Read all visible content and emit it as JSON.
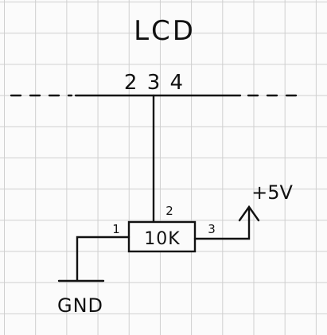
{
  "diagram": {
    "title": "LCD",
    "lcd_pins": "2 3 4",
    "resistor_label": "10K",
    "pin_left": "1",
    "pin_top": "2",
    "pin_right": "3",
    "supply_label": "+5V",
    "ground_label": "GND"
  },
  "colors": {
    "ink": "#111111",
    "grid": "#cfcfcf",
    "paper": "#fbfbfb"
  }
}
